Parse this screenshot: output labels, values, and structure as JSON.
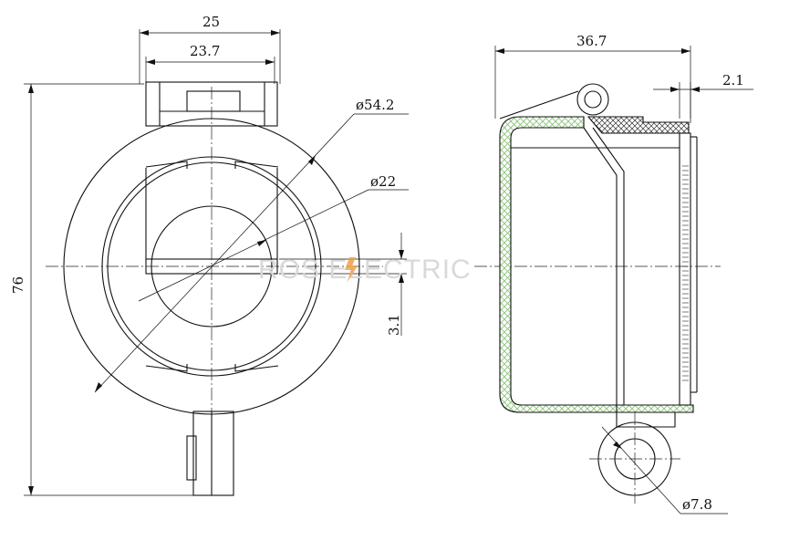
{
  "dimensions": {
    "width_25": "25",
    "width_23_7": "23.7",
    "dia_54_2": "ø54.2",
    "dia_22": "ø22",
    "height_76": "76",
    "offset_3_1": "3.1",
    "depth_36_7": "36.7",
    "lip_2_1": "2.1",
    "hole_7_8": "ø7.8"
  },
  "watermark": {
    "text": "ROS ELECTRIC"
  },
  "colors": {
    "line": "#111111",
    "hatch_green": "#8cc37a",
    "watermark": "#d9d9d9",
    "accent": "#f0a040"
  }
}
